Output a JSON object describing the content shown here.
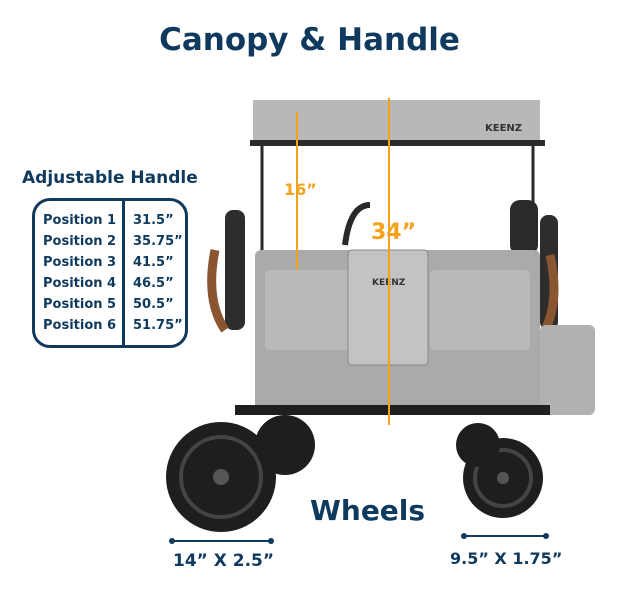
{
  "title": "Canopy & Handle",
  "adjustable_handle": {
    "title": "Adjustable Handle",
    "positions": [
      {
        "label": "Position  1",
        "value": "31.5”"
      },
      {
        "label": "Position  2",
        "value": "35.75”"
      },
      {
        "label": "Position 3",
        "value": "41.5”"
      },
      {
        "label": "Position 4",
        "value": "46.5”"
      },
      {
        "label": "Position 5",
        "value": "50.5”"
      },
      {
        "label": "Position 6",
        "value": "51.75”"
      }
    ]
  },
  "dimensions": {
    "canopy": "16”",
    "total": "34”"
  },
  "wheels": {
    "title": "Wheels",
    "front": "14” X 2.5”",
    "rear": "9.5” X 1.75”"
  },
  "brand": "KEENZ",
  "colors": {
    "navy": "#0f3a5e",
    "accent": "#f3a21b"
  }
}
